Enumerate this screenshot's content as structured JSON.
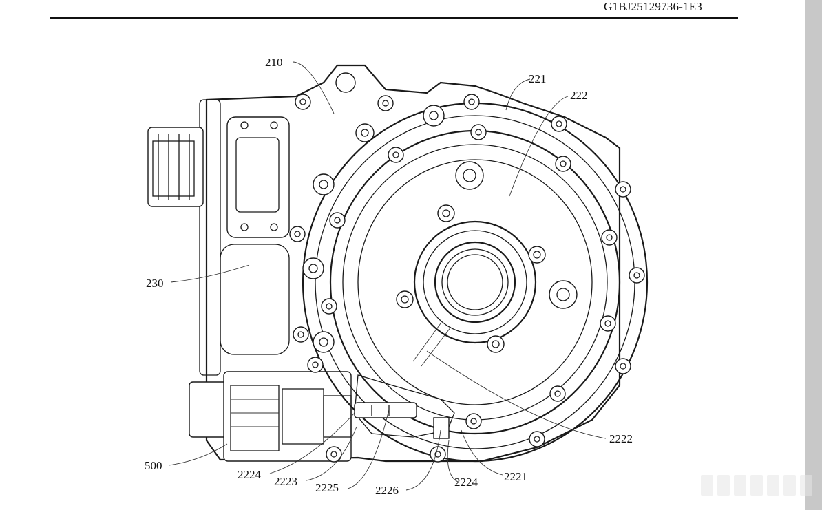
{
  "document": {
    "id": "G1BJ25129736-1E3"
  },
  "figure": {
    "labels": {
      "l210": "210",
      "l221": "221",
      "l222": "222",
      "l230": "230",
      "l500": "500",
      "l2222": "2222",
      "l2224a": "2224",
      "l2223": "2223",
      "l2225": "2225",
      "l2226": "2226",
      "l2224b": "2224",
      "l2221": "2221"
    }
  }
}
